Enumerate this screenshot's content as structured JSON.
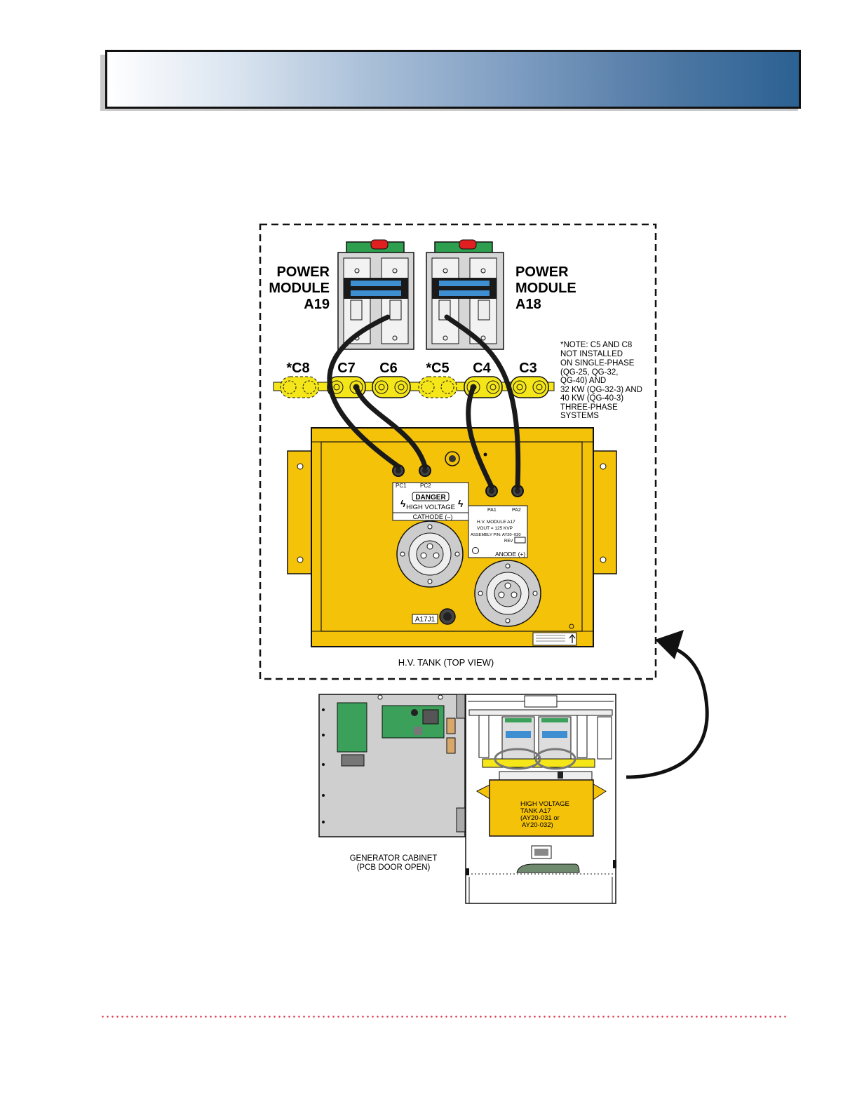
{
  "labels": {
    "power_module_a19": [
      "POWER",
      "MODULE",
      "A19"
    ],
    "power_module_a18": [
      "POWER",
      "MODULE",
      "A18"
    ],
    "capacitors": [
      "*C8",
      "C7",
      "C6",
      "*C5",
      "C4",
      "C3"
    ],
    "note": [
      "*NOTE: C5 AND C8",
      "NOT INSTALLED",
      "ON SINGLE-PHASE",
      "(QG-25, QG-32,",
      "QG-40) AND",
      "32 KW (QG-32-3) AND",
      "40 KW (QG-40-3)",
      "THREE-PHASE",
      "SYSTEMS"
    ],
    "pc1": "PC1",
    "pc2": "PC2",
    "pa1": "PA1",
    "pa2": "PA2",
    "danger": "DANGER",
    "high_voltage": "HIGH  VOLTAGE",
    "cathode": "CATHODE (–)",
    "module_info": [
      "H.V.  MODULE  A17",
      "VOUT  =  125  KVP",
      "ASSEMBLY P/N:  AY20–030",
      "REV"
    ],
    "anode": "ANODE (+)",
    "a17j1": "A17J1",
    "tank_caption": "H.V. TANK (TOP VIEW)",
    "hv_tank_label": [
      "HIGH VOLTAGE",
      "TANK A17",
      "(AY20-031 or",
      "AY20-032)"
    ],
    "cabinet_caption": [
      "GENERATOR CABINET",
      "(PCB DOOR OPEN)"
    ]
  },
  "colors": {
    "tank_yellow": "#f5c20a",
    "cap_yellow": "#f5e61a",
    "header_dark": "#2b6193",
    "footer_dots": "#e03a4e"
  }
}
